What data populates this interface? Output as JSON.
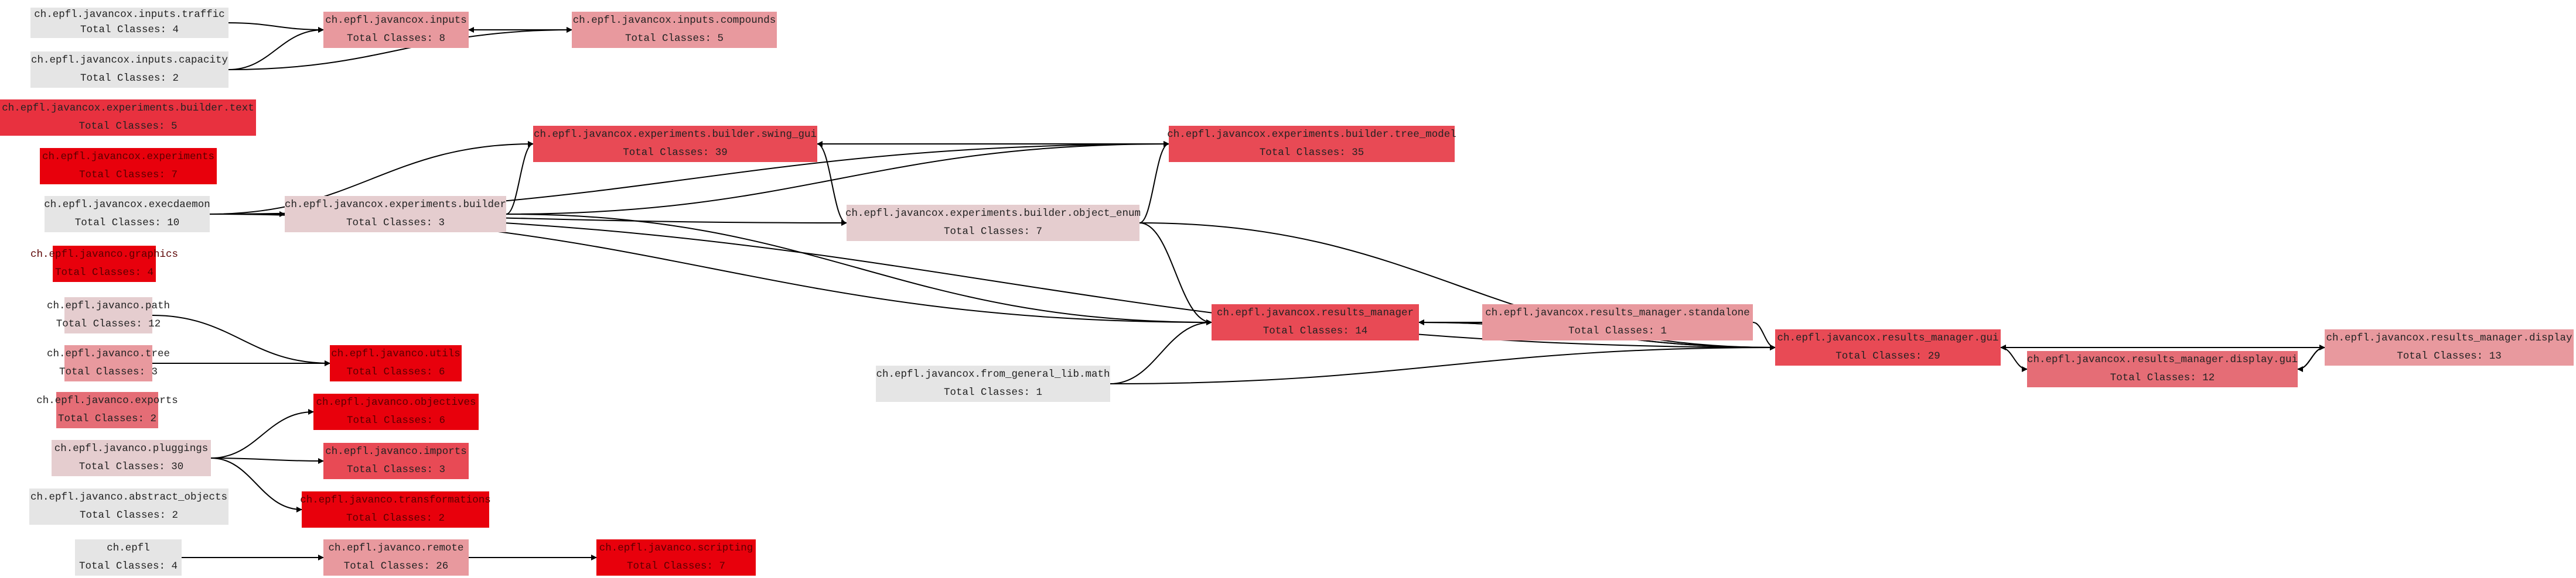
{
  "count_prefix": "Total Classes: ",
  "palette": {
    "gray": "#e5e5e5",
    "blush": "#e5cdcf",
    "pink": "#e8999e",
    "rose": "#e56d76",
    "coral": "#e84a55",
    "red": "#e8313f",
    "scarlet": "#e8000c",
    "edge": "#000000"
  },
  "nodes": [
    {
      "id": "inputs_traffic",
      "name": "ch.epfl.javancox.inputs.traffic",
      "count": 4,
      "color": "gray"
    },
    {
      "id": "inputs",
      "name": "ch.epfl.javancox.inputs",
      "count": 8,
      "color": "pink"
    },
    {
      "id": "inputs_compounds",
      "name": "ch.epfl.javancox.inputs.compounds",
      "count": 5,
      "color": "pink"
    },
    {
      "id": "inputs_capacity",
      "name": "ch.epfl.javancox.inputs.capacity",
      "count": 2,
      "color": "gray"
    },
    {
      "id": "builder_text",
      "name": "ch.epfl.javancox.experiments.builder.text",
      "count": 5,
      "color": "red"
    },
    {
      "id": "experiments",
      "name": "ch.epfl.javancox.experiments",
      "count": 7,
      "color": "scarlet"
    },
    {
      "id": "swing_gui",
      "name": "ch.epfl.javancox.experiments.builder.swing_gui",
      "count": 39,
      "color": "coral"
    },
    {
      "id": "tree_model",
      "name": "ch.epfl.javancox.experiments.builder.tree_model",
      "count": 35,
      "color": "coral"
    },
    {
      "id": "execdaemon",
      "name": "ch.epfl.javancox.execdaemon",
      "count": 10,
      "color": "gray"
    },
    {
      "id": "builder",
      "name": "ch.epfl.javancox.experiments.builder",
      "count": 3,
      "color": "blush"
    },
    {
      "id": "object_enum",
      "name": "ch.epfl.javancox.experiments.builder.object_enum",
      "count": 7,
      "color": "blush"
    },
    {
      "id": "graphics",
      "name": "ch.epfl.javanco.graphics",
      "count": 4,
      "color": "scarlet"
    },
    {
      "id": "path",
      "name": "ch.epfl.javanco.path",
      "count": 12,
      "color": "blush"
    },
    {
      "id": "tree",
      "name": "ch.epfl.javanco.tree",
      "count": 3,
      "color": "pink"
    },
    {
      "id": "utils",
      "name": "ch.epfl.javanco.utils",
      "count": 6,
      "color": "scarlet"
    },
    {
      "id": "results_manager",
      "name": "ch.epfl.javancox.results_manager",
      "count": 14,
      "color": "coral"
    },
    {
      "id": "rm_standalone",
      "name": "ch.epfl.javancox.results_manager.standalone",
      "count": 1,
      "color": "pink"
    },
    {
      "id": "rm_gui",
      "name": "ch.epfl.javancox.results_manager.gui",
      "count": 29,
      "color": "coral"
    },
    {
      "id": "rm_display",
      "name": "ch.epfl.javancox.results_manager.display",
      "count": 13,
      "color": "pink"
    },
    {
      "id": "rm_display_gui",
      "name": "ch.epfl.javancox.results_manager.display.gui",
      "count": 12,
      "color": "rose"
    },
    {
      "id": "general_lib_math",
      "name": "ch.epfl.javancox.from_general_lib.math",
      "count": 1,
      "color": "gray"
    },
    {
      "id": "exports",
      "name": "ch.epfl.javanco.exports",
      "count": 2,
      "color": "rose"
    },
    {
      "id": "objectives",
      "name": "ch.epfl.javanco.objectives",
      "count": 6,
      "color": "scarlet"
    },
    {
      "id": "pluggings",
      "name": "ch.epfl.javanco.pluggings",
      "count": 30,
      "color": "blush"
    },
    {
      "id": "imports",
      "name": "ch.epfl.javanco.imports",
      "count": 3,
      "color": "coral"
    },
    {
      "id": "abstract_objects",
      "name": "ch.epfl.javanco.abstract_objects",
      "count": 2,
      "color": "gray"
    },
    {
      "id": "transformations",
      "name": "ch.epfl.javanco.transformations",
      "count": 2,
      "color": "scarlet"
    },
    {
      "id": "epfl",
      "name": "ch.epfl",
      "count": 4,
      "color": "gray"
    },
    {
      "id": "remote",
      "name": "ch.epfl.javanco.remote",
      "count": 26,
      "color": "pink"
    },
    {
      "id": "scripting",
      "name": "ch.epfl.javanco.scripting",
      "count": 7,
      "color": "scarlet"
    }
  ],
  "edges": [
    {
      "from": "inputs_traffic",
      "to": "inputs"
    },
    {
      "from": "inputs_compounds",
      "to": "inputs"
    },
    {
      "from": "inputs",
      "to": "inputs_compounds"
    },
    {
      "from": "inputs_capacity",
      "to": "inputs"
    },
    {
      "from": "inputs_capacity",
      "to": "inputs_compounds"
    },
    {
      "from": "tree_model",
      "to": "swing_gui"
    },
    {
      "from": "swing_gui",
      "to": "tree_model"
    },
    {
      "from": "swing_gui",
      "to": "object_enum"
    },
    {
      "from": "object_enum",
      "to": "tree_model"
    },
    {
      "from": "execdaemon",
      "to": "tree_model"
    },
    {
      "from": "execdaemon",
      "to": "swing_gui"
    },
    {
      "from": "execdaemon",
      "to": "builder"
    },
    {
      "from": "execdaemon",
      "to": "object_enum"
    },
    {
      "from": "execdaemon",
      "to": "results_manager"
    },
    {
      "from": "execdaemon",
      "to": "rm_gui"
    },
    {
      "from": "builder",
      "to": "swing_gui"
    },
    {
      "from": "builder",
      "to": "tree_model"
    },
    {
      "from": "builder",
      "to": "results_manager"
    },
    {
      "from": "object_enum",
      "to": "results_manager"
    },
    {
      "from": "object_enum",
      "to": "rm_gui"
    },
    {
      "from": "rm_standalone",
      "to": "results_manager"
    },
    {
      "from": "rm_standalone",
      "to": "rm_gui"
    },
    {
      "from": "rm_gui",
      "to": "results_manager"
    },
    {
      "from": "results_manager",
      "to": "rm_gui"
    },
    {
      "from": "rm_display",
      "to": "rm_gui"
    },
    {
      "from": "rm_gui",
      "to": "rm_display_gui"
    },
    {
      "from": "rm_display_gui",
      "to": "rm_display"
    },
    {
      "from": "rm_display",
      "to": "rm_display_gui"
    },
    {
      "from": "general_lib_math",
      "to": "results_manager"
    },
    {
      "from": "general_lib_math",
      "to": "rm_gui"
    },
    {
      "from": "path",
      "to": "utils"
    },
    {
      "from": "tree",
      "to": "utils"
    },
    {
      "from": "pluggings",
      "to": "objectives"
    },
    {
      "from": "pluggings",
      "to": "imports"
    },
    {
      "from": "pluggings",
      "to": "transformations"
    },
    {
      "from": "epfl",
      "to": "remote"
    },
    {
      "from": "remote",
      "to": "scripting"
    }
  ]
}
